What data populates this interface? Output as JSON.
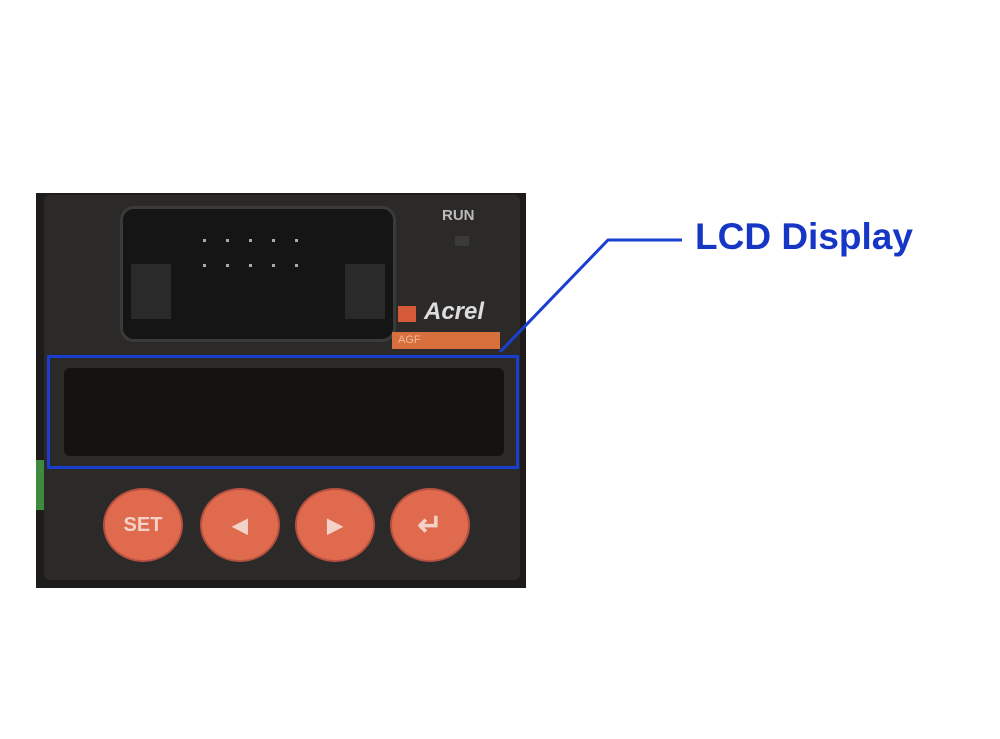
{
  "annotation": {
    "label": "LCD Display",
    "color": "#1a3fd0"
  },
  "device": {
    "brand": "Acrel",
    "model_stripe": "AGF",
    "indicator_label": "RUN",
    "buttons": [
      {
        "label": "SET",
        "icon": "set"
      },
      {
        "label": "◀",
        "icon": "left-arrow-icon"
      },
      {
        "label": "▶",
        "icon": "right-arrow-icon"
      },
      {
        "label": "↵",
        "icon": "enter-icon"
      }
    ],
    "button_color": "#e06a4e"
  }
}
